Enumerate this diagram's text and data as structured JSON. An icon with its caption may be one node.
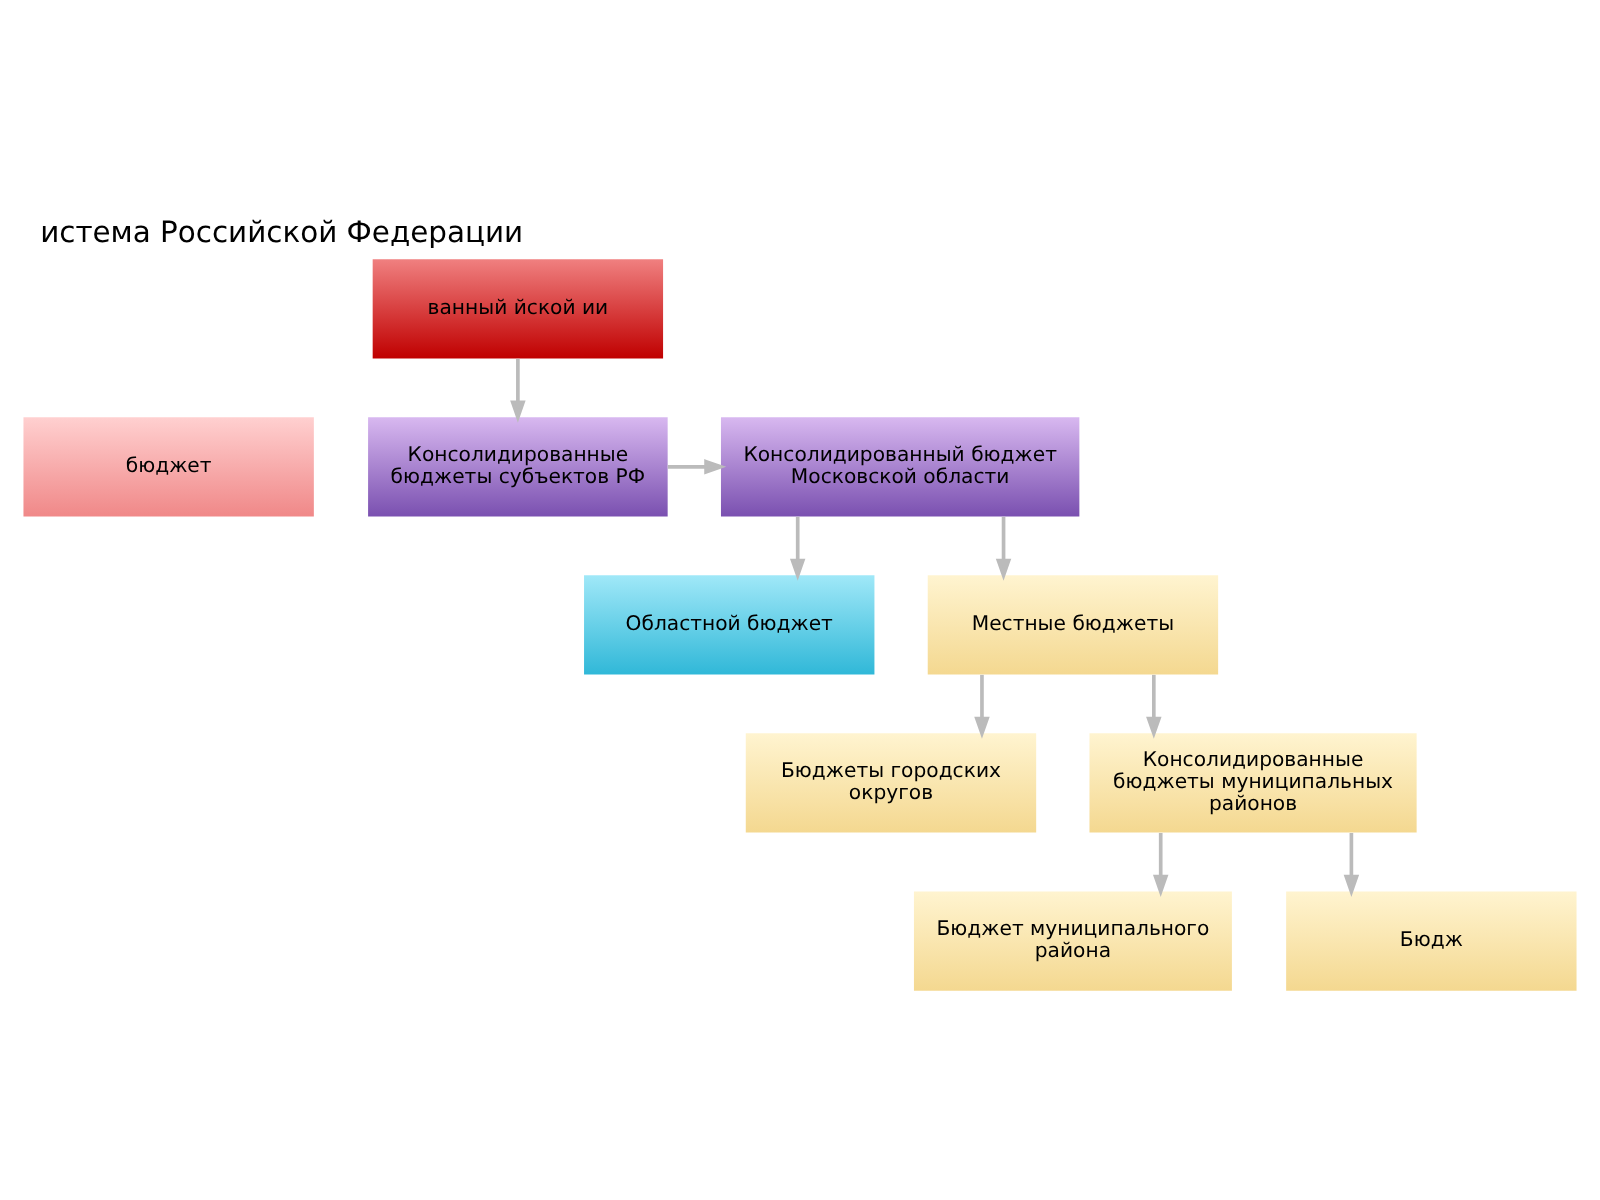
{
  "diagram": {
    "title": "истема Российской Федерации",
    "nodes": [
      {
        "text": [
          "ванный йской ии"
        ]
      },
      {
        "text": [
          "бюджет"
        ]
      },
      {
        "text": [
          "Консолидированные бюджеты субъектов РФ"
        ]
      },
      {
        "text": [
          "Консолидированный бюджет Московской области"
        ]
      },
      {
        "text": [
          "Областной бюджет"
        ]
      },
      {
        "text": [
          "Местные бюджеты"
        ]
      },
      {
        "text": [
          "Бюджеты городских округов"
        ]
      },
      {
        "text": [
          "Консолидированные бюджеты муниципальных районов"
        ]
      },
      {
        "text": [
          "Бюджет муниципального района"
        ]
      },
      {
        "text": [
          "Бюдж"
        ]
      }
    ],
    "edges": [
      {
        "from": 0,
        "to": 2,
        "arrow": "to"
      },
      {
        "from": 2,
        "to": 3,
        "arrow": "to"
      },
      {
        "from": 3,
        "to": 4,
        "arrow": "to"
      },
      {
        "from": 3,
        "to": 5,
        "arrow": "to"
      },
      {
        "from": 5,
        "to": 6,
        "arrow": "to"
      },
      {
        "from": 5,
        "to": 7,
        "arrow": "to"
      },
      {
        "from": 7,
        "to": 8,
        "arrow": "to"
      },
      {
        "from": 7,
        "to": 9,
        "arrow": "to"
      }
    ]
  }
}
